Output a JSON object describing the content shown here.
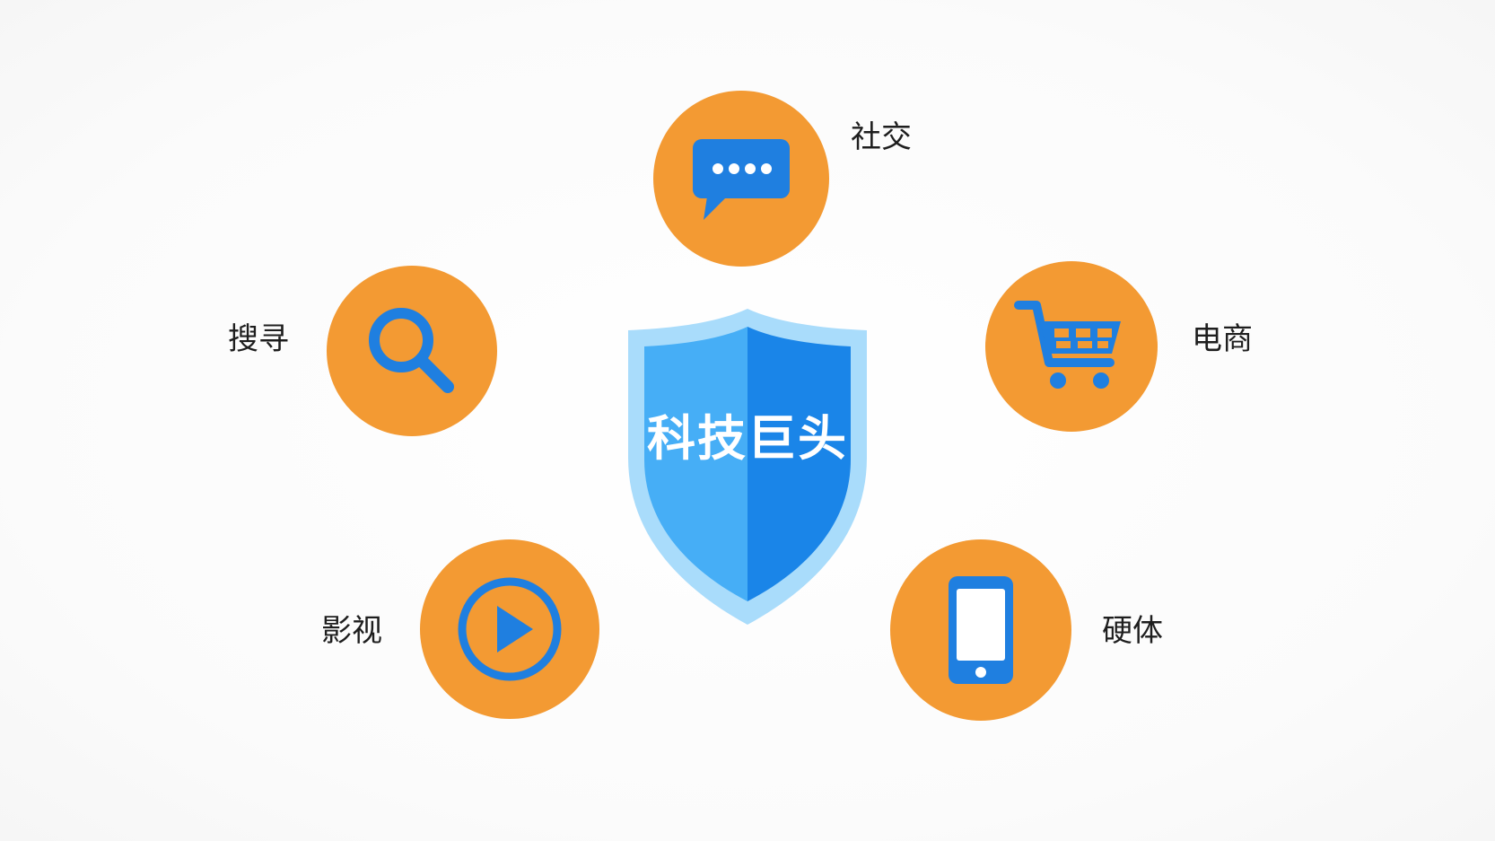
{
  "center": {
    "title": "科技巨头",
    "icon": "shield-icon",
    "colors": {
      "outer": "#a9dcfb",
      "left": "#46aef6",
      "right": "#1a85e8",
      "text": "#ffffff"
    }
  },
  "nodes": [
    {
      "id": "social",
      "label": "社交",
      "icon": "chat-bubble-icon"
    },
    {
      "id": "search",
      "label": "搜寻",
      "icon": "search-icon"
    },
    {
      "id": "ecommerce",
      "label": "电商",
      "icon": "shopping-cart-icon"
    },
    {
      "id": "video",
      "label": "影视",
      "icon": "play-icon"
    },
    {
      "id": "hardware",
      "label": "硬体",
      "icon": "smartphone-icon"
    }
  ],
  "colors": {
    "circle": "#f39a33",
    "icon": "#1f7fe0",
    "label": "#1e1e1e"
  }
}
